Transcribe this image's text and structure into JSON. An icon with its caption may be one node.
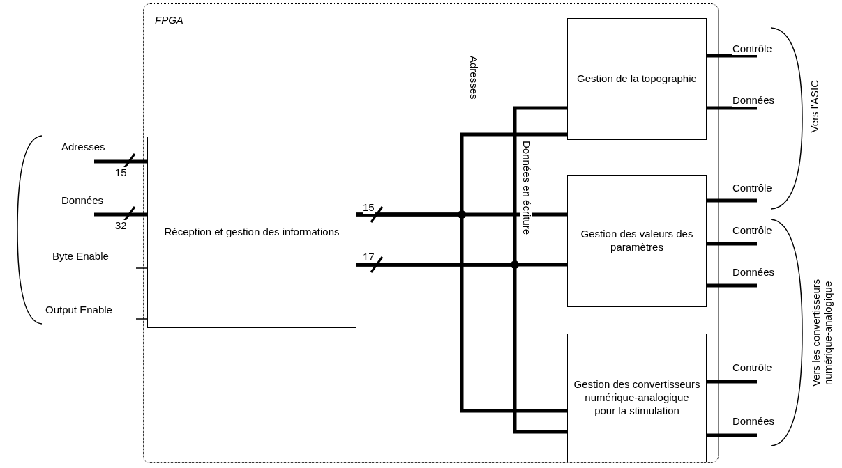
{
  "diagram": {
    "nodes": [
      {
        "text": [
          "FPGA"
        ]
      },
      {
        "text": [
          "Réception et gestion des informations"
        ],
        "in": 0
      },
      {
        "text": [
          "Gestion de la topographie"
        ],
        "in": 0
      },
      {
        "text": [
          "Gestion des valeurs des paramètres"
        ],
        "in": 0
      },
      {
        "text": [
          "Gestion des convertisseurs numérique-analogique pour la stimulation"
        ],
        "in": 0
      }
    ],
    "edges": [
      {
        "from": null,
        "to": 1,
        "arrow": "none",
        "label": "Adresses"
      },
      {
        "from": null,
        "to": 1,
        "arrow": "none",
        "label": "Données"
      },
      {
        "from": null,
        "to": 1,
        "arrow": "none",
        "label": "Byte Enable"
      },
      {
        "from": null,
        "to": 1,
        "arrow": "none",
        "label": "Output Enable"
      },
      {
        "from": 1,
        "to": 2,
        "arrow": "none",
        "label": "Adresses"
      },
      {
        "from": 1,
        "to": 3,
        "arrow": "none"
      },
      {
        "from": 1,
        "to": 4,
        "arrow": "none"
      },
      {
        "from": 1,
        "to": 2,
        "arrow": "none",
        "label": "Données en écriture"
      },
      {
        "from": 1,
        "to": 3,
        "arrow": "none"
      },
      {
        "from": 1,
        "to": 4,
        "arrow": "none"
      },
      {
        "from": 2,
        "to": null,
        "arrow": "none",
        "label": "Contrôle"
      },
      {
        "from": 2,
        "to": null,
        "arrow": "none",
        "label": "Données"
      },
      {
        "from": 3,
        "to": null,
        "arrow": "none",
        "label": "Contrôle"
      },
      {
        "from": 3,
        "to": null,
        "arrow": "none",
        "label": "Contrôle"
      },
      {
        "from": 3,
        "to": null,
        "arrow": "none",
        "label": "Données"
      },
      {
        "from": 4,
        "to": null,
        "arrow": "none",
        "label": "Contrôle"
      },
      {
        "from": 4,
        "to": null,
        "arrow": "none",
        "label": "Données"
      }
    ],
    "labels": [
      "15",
      "32",
      "15",
      "17",
      "Vers l'ASIC",
      "Vers les convertisseurs numérique-analogique"
    ]
  }
}
